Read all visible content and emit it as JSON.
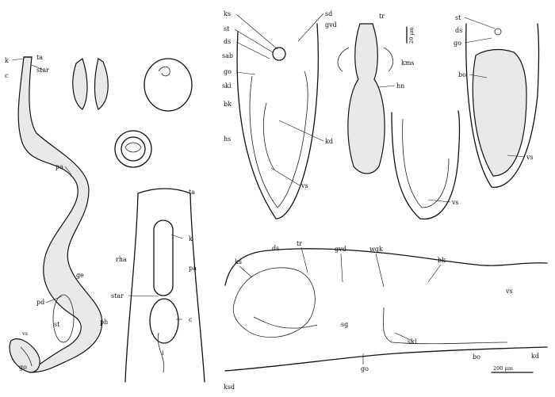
{
  "figure": {
    "panel_a": {
      "labels": [
        "k",
        "c",
        "ta",
        "star",
        "pa",
        "ge",
        "pd",
        "st",
        "ph",
        "go",
        "vs"
      ]
    },
    "panel_b": {
      "labels": [
        "ta",
        "k",
        "rha",
        "pa",
        "star",
        "c",
        "i"
      ]
    },
    "panel_c": {
      "labels": [
        "ks",
        "st",
        "ds",
        "sab",
        "go",
        "skl",
        "bk",
        "hs",
        "sd",
        "gvd",
        "kd",
        "vs"
      ]
    },
    "panel_d": {
      "labels": [
        "tr",
        "kms",
        "hn"
      ],
      "scale_text": "20 µm"
    },
    "panel_e": {
      "labels": [
        "vs"
      ]
    },
    "panel_f": {
      "labels": [
        "st",
        "ds",
        "go",
        "bo",
        "vs"
      ]
    },
    "panel_g": {
      "labels": [
        "ks",
        "ds",
        "tr",
        "gvd",
        "wgk",
        "bk",
        "vs",
        "sg",
        "skl",
        "bo",
        "go",
        "kd",
        "ksd"
      ],
      "scale_text": "200 µm"
    }
  }
}
